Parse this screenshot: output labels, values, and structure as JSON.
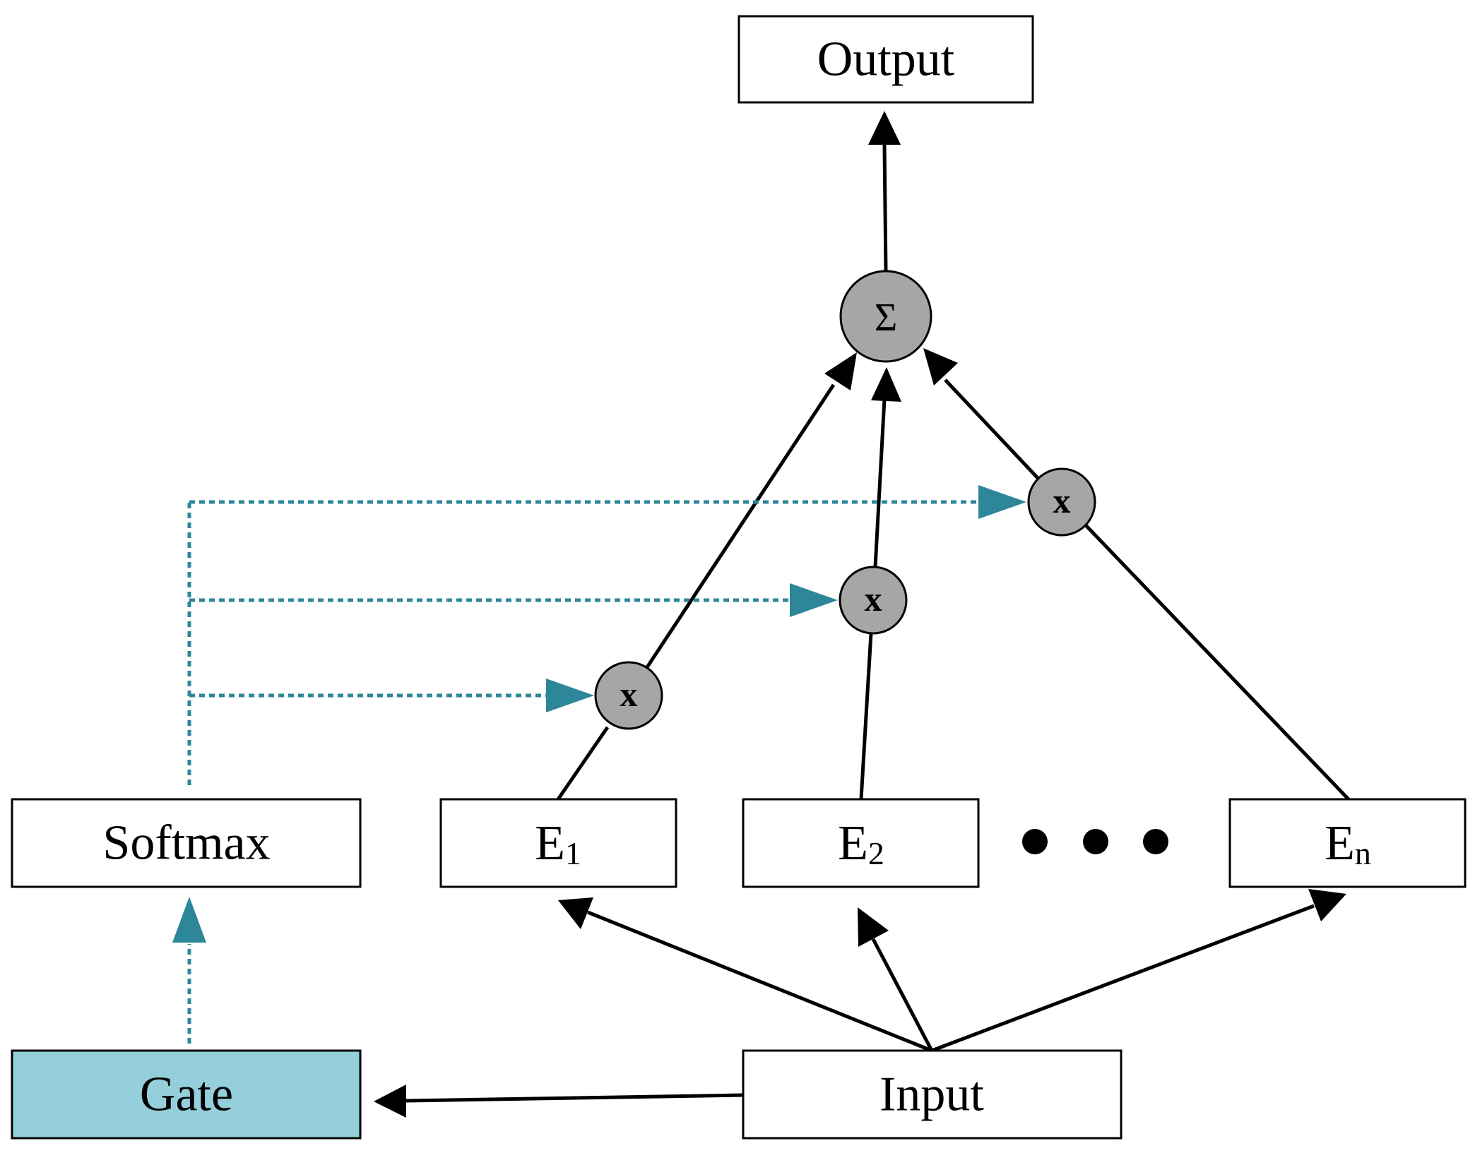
{
  "colors": {
    "gate_fill": "#94cfdb",
    "dashed_connector": "#2e8699",
    "multiplier_fill": "#a6a6a6"
  },
  "nodes": {
    "output": "Output",
    "sum": "Σ",
    "softmax": "Softmax",
    "gate": "Gate",
    "input": "Input",
    "experts": [
      {
        "letter": "E",
        "sub": "1"
      },
      {
        "letter": "E",
        "sub": "2"
      },
      {
        "letter": "E",
        "sub": "n"
      }
    ],
    "multiply": "x"
  }
}
